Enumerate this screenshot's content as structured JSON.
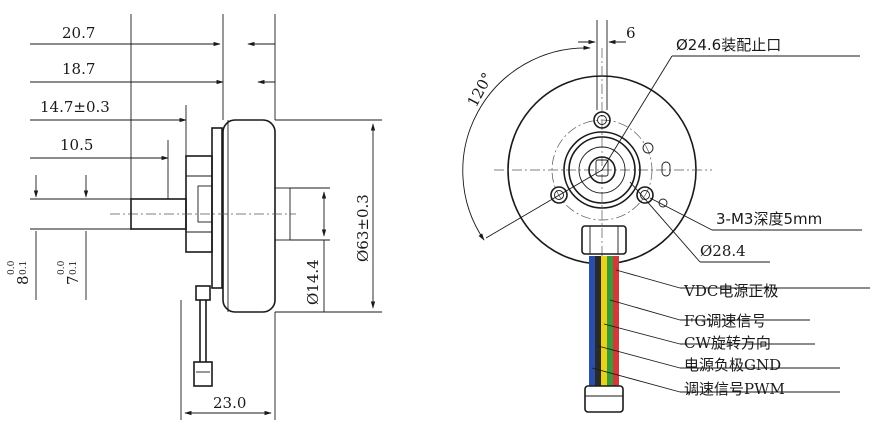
{
  "side_view": {
    "dims": {
      "d_20_7": "20.7",
      "d_18_7": "18.7",
      "d_14_7": "14.7±0.3",
      "d_10_5": "10.5",
      "d_23_0": "23.0",
      "d_phi63": "Ø63±0.3",
      "d_phi14_4": "Ø14.4",
      "d_8": "8",
      "d_8_tol_up": "0.0",
      "d_8_tol_lo": "0.1",
      "d_7": "7",
      "d_7_tol_up": "0.0",
      "d_7_tol_lo": "0.1"
    }
  },
  "front_view": {
    "dims": {
      "d_6": "6",
      "d_120": "120°",
      "d_phi24_6": "Ø24.6装配止口",
      "d_m3": "3-M3深度5mm",
      "d_phi28_4": "Ø28.4"
    },
    "wires": [
      {
        "label": "VDC电源正极",
        "color": "#d23a3a"
      },
      {
        "label": "FG调速信号",
        "color": "#3a9a3a"
      },
      {
        "label": "CW旋转方向",
        "color": "#e8d21a"
      },
      {
        "label": "电源负极GND",
        "color": "#2a2a2a"
      },
      {
        "label": "调速信号PWM",
        "color": "#2a4fa8"
      }
    ]
  }
}
